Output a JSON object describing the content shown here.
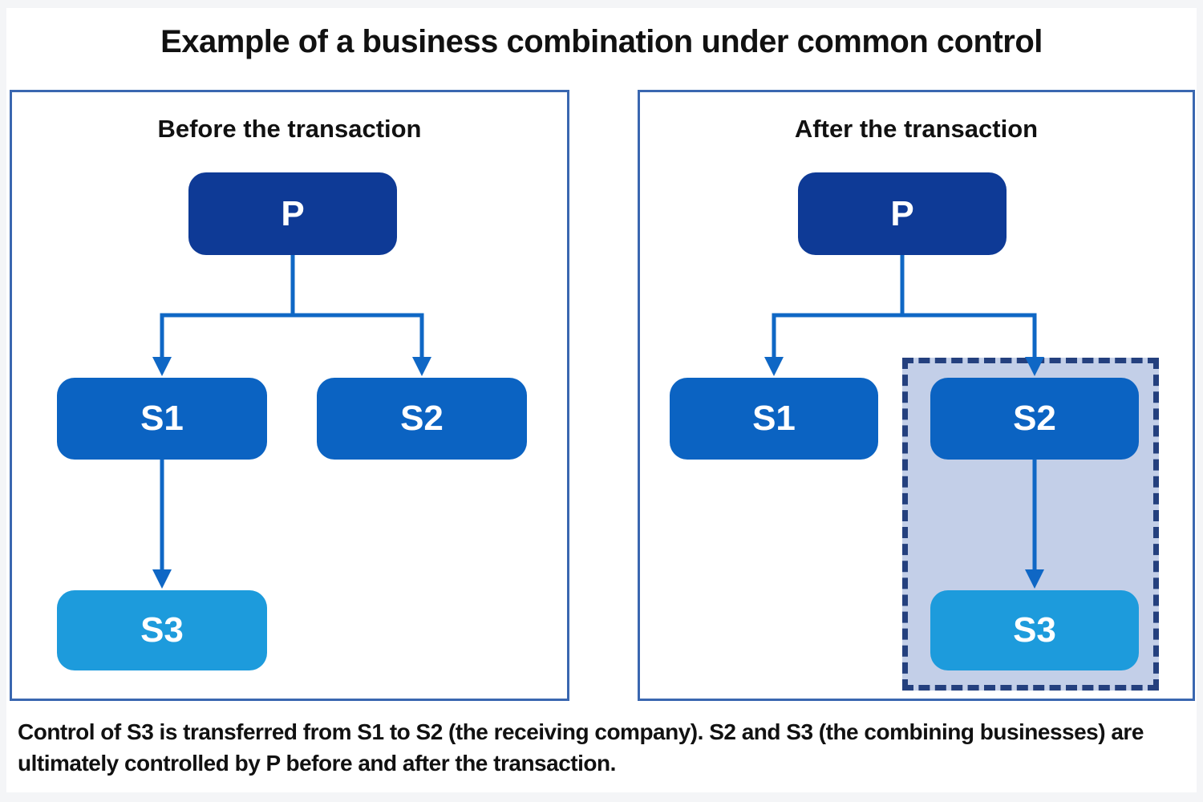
{
  "title": "Example of a business combination under common control",
  "panels": {
    "before": {
      "heading": "Before the transaction",
      "nodes": {
        "p": "P",
        "s1": "S1",
        "s2": "S2",
        "s3": "S3"
      },
      "relationships": [
        "P to S1",
        "P to S2",
        "S1 to S3"
      ]
    },
    "after": {
      "heading": "After the transaction",
      "nodes": {
        "p": "P",
        "s1": "S1",
        "s2": "S2",
        "s3": "S3"
      },
      "relationships": [
        "P to S1",
        "P to S2",
        "S2 to S3"
      ],
      "highlighted_group": [
        "S2",
        "S3"
      ]
    }
  },
  "caption": "Control of S3 is transferred from S1 to S2 (the receiving company). S2 and S3 (the combining businesses) are ultimately controlled by P before and after the transaction.",
  "colors": {
    "parent_box": "#0e3a96",
    "subsidiary_box": "#0b63c2",
    "s3_box": "#1d9bdc",
    "connector": "#0f67c5",
    "panel_border": "#3a67b0",
    "highlight_fill": "#c3cfe8",
    "highlight_border": "#24407e"
  }
}
